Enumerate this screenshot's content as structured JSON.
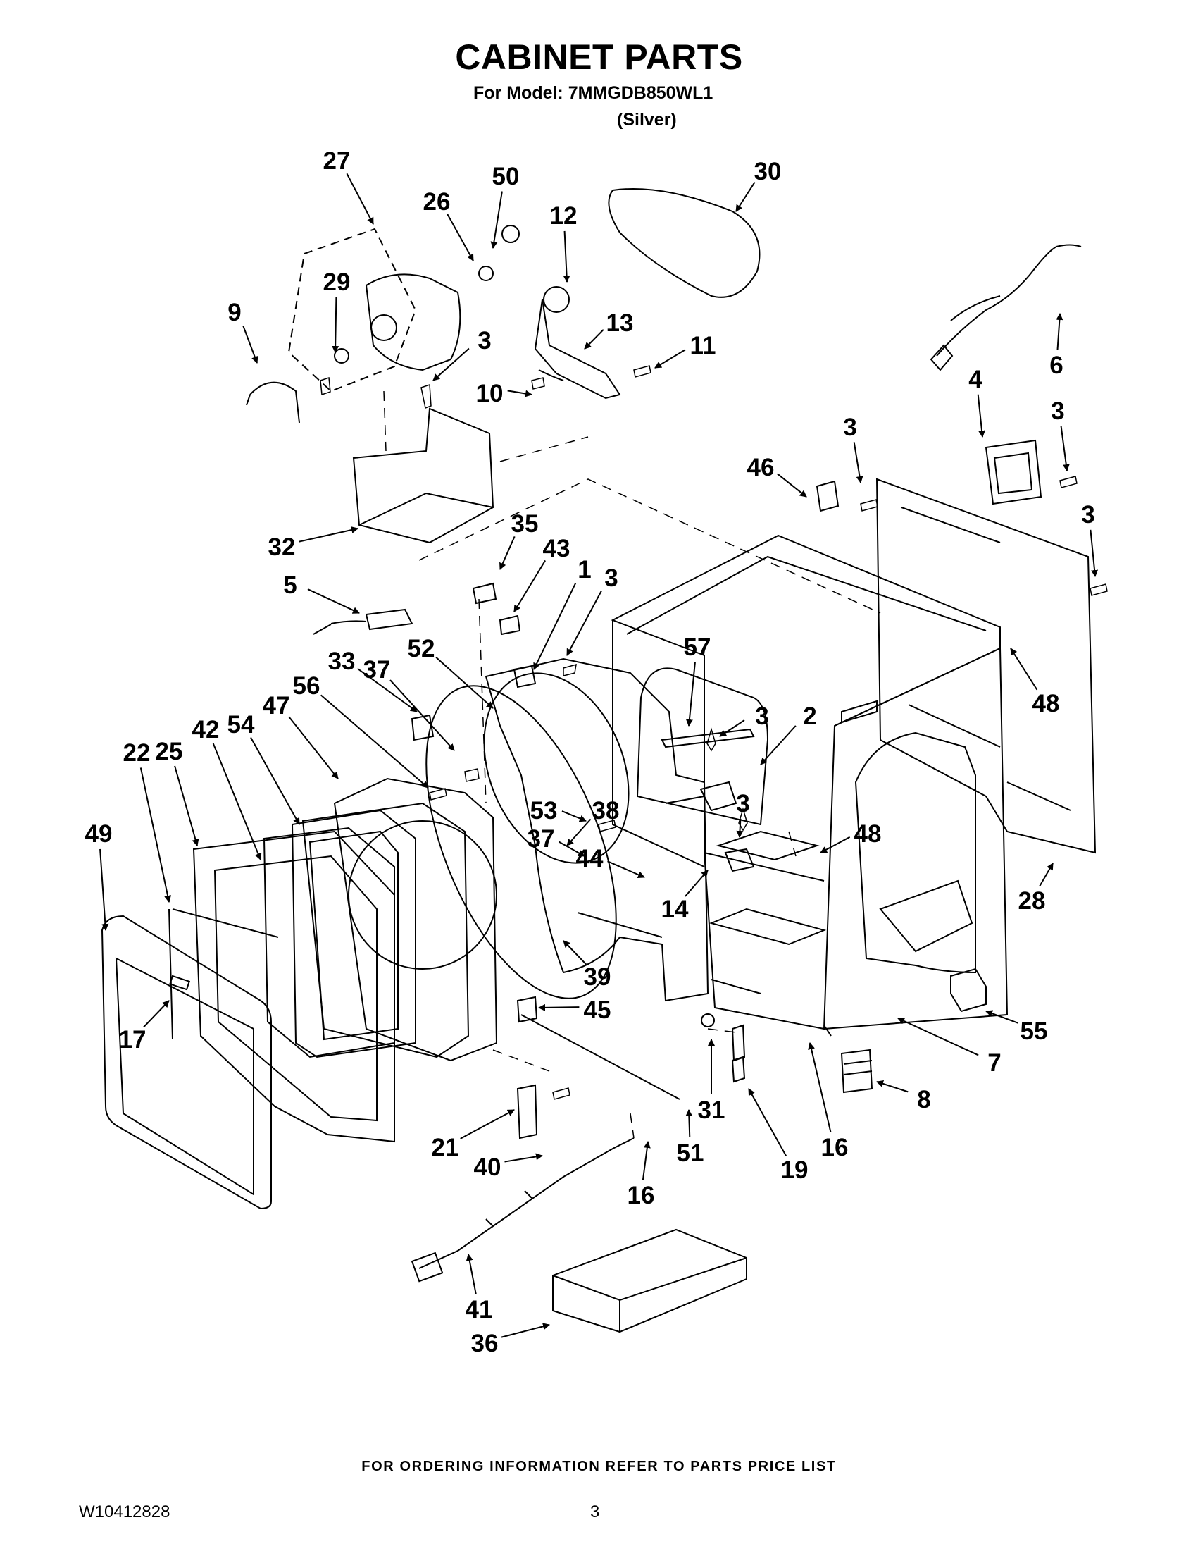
{
  "header": {
    "title": "CABINET PARTS",
    "model_line": "For Model: 7MMGDB850WL1",
    "variant": "(Silver)"
  },
  "callouts": [
    "27",
    "26",
    "50",
    "30",
    "12",
    "29",
    "9",
    "3",
    "13",
    "11",
    "10",
    "6",
    "4",
    "46",
    "3",
    "3",
    "3",
    "32",
    "35",
    "43",
    "1",
    "3",
    "5",
    "52",
    "37",
    "33",
    "57",
    "56",
    "3",
    "2",
    "48",
    "47",
    "54",
    "42",
    "25",
    "22",
    "49",
    "53",
    "38",
    "37",
    "3",
    "48",
    "44",
    "14",
    "28",
    "39",
    "45",
    "17",
    "55",
    "7",
    "8",
    "31",
    "21",
    "40",
    "51",
    "19",
    "16",
    "16",
    "41",
    "36"
  ],
  "footer": {
    "ordering_note": "FOR ORDERING INFORMATION REFER TO PARTS PRICE LIST",
    "doc_number": "W10412828",
    "page_number": "3"
  }
}
